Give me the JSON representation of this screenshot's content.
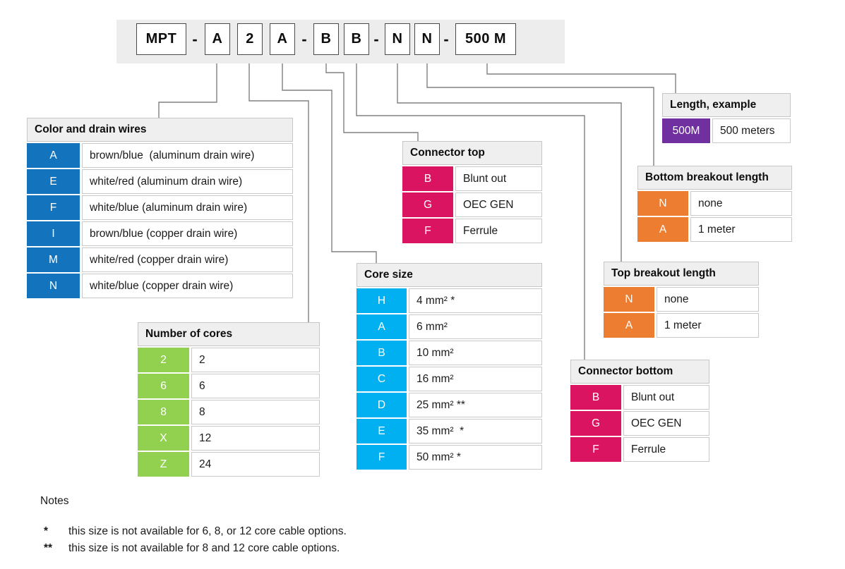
{
  "part_code": {
    "segments": [
      {
        "type": "box",
        "text": "MPT"
      },
      {
        "type": "dash",
        "text": "-"
      },
      {
        "type": "box",
        "text": "A"
      },
      {
        "type": "box",
        "text": "2"
      },
      {
        "type": "box",
        "text": "A"
      },
      {
        "type": "dash",
        "text": "-"
      },
      {
        "type": "box",
        "text": "B"
      },
      {
        "type": "box",
        "text": "B"
      },
      {
        "type": "dash",
        "text": "-"
      },
      {
        "type": "box",
        "text": "N"
      },
      {
        "type": "box",
        "text": "N"
      },
      {
        "type": "dash",
        "text": "-"
      },
      {
        "type": "box",
        "text": "500 M"
      }
    ]
  },
  "tables": [
    {
      "id": "color-drain-wires",
      "title": "Color and drain wires",
      "code_color": "#1374BD",
      "rows": [
        {
          "code": "A",
          "desc": "brown/blue  (aluminum drain wire)"
        },
        {
          "code": "E",
          "desc": "white/red (aluminum drain wire)"
        },
        {
          "code": "F",
          "desc": "white/blue (aluminum drain wire)"
        },
        {
          "code": "I",
          "desc": "brown/blue (copper drain wire)"
        },
        {
          "code": "M",
          "desc": "white/red (copper drain wire)"
        },
        {
          "code": "N",
          "desc": "white/blue (copper drain wire)"
        }
      ]
    },
    {
      "id": "number-of-cores",
      "title": "Number of cores",
      "code_color": "#92D050",
      "rows": [
        {
          "code": "2",
          "desc": "2"
        },
        {
          "code": "6",
          "desc": "6"
        },
        {
          "code": "8",
          "desc": "8"
        },
        {
          "code": "X",
          "desc": "12"
        },
        {
          "code": "Z",
          "desc": "24"
        }
      ]
    },
    {
      "id": "core-size",
      "title": "Core size",
      "code_color": "#00B0F0",
      "rows": [
        {
          "code": "H",
          "desc": "4 mm² *"
        },
        {
          "code": "A",
          "desc": "6 mm²"
        },
        {
          "code": "B",
          "desc": "10 mm²"
        },
        {
          "code": "C",
          "desc": "16 mm²"
        },
        {
          "code": "D",
          "desc": "25 mm² **"
        },
        {
          "code": "E",
          "desc": "35 mm²  *"
        },
        {
          "code": "F",
          "desc": "50 mm² *"
        }
      ]
    },
    {
      "id": "connector-top",
      "title": "Connector top",
      "code_color": "#DB1462",
      "rows": [
        {
          "code": "B",
          "desc": "Blunt out"
        },
        {
          "code": "G",
          "desc": "OEC GEN"
        },
        {
          "code": "F",
          "desc": "Ferrule"
        }
      ]
    },
    {
      "id": "connector-bottom",
      "title": "Connector bottom",
      "code_color": "#DB1462",
      "rows": [
        {
          "code": "B",
          "desc": "Blunt out"
        },
        {
          "code": "G",
          "desc": "OEC GEN"
        },
        {
          "code": "F",
          "desc": "Ferrule"
        }
      ]
    },
    {
      "id": "bottom-breakout-length",
      "title": "Bottom breakout length",
      "code_color": "#ED7D31",
      "rows": [
        {
          "code": "N",
          "desc": "none"
        },
        {
          "code": "A",
          "desc": "1 meter"
        }
      ]
    },
    {
      "id": "top-breakout-length",
      "title": "Top breakout length",
      "code_color": "#ED7D31",
      "rows": [
        {
          "code": "N",
          "desc": "none"
        },
        {
          "code": "A",
          "desc": "1 meter"
        }
      ]
    },
    {
      "id": "length-example",
      "title": "Length, example",
      "code_color": "#7030A0",
      "rows": [
        {
          "code": "500M",
          "desc": "500 meters"
        }
      ]
    }
  ],
  "notes": {
    "title": "Notes",
    "items": [
      {
        "marker": "*",
        "text": "this size is not available for 6, 8, or 12 core cable options."
      },
      {
        "marker": "**",
        "text": "this size is not available for 8 and 12 core cable options."
      }
    ]
  },
  "colors": {
    "bar_background": "#ededed",
    "header_background": "#efefef",
    "connector_line": "#808080",
    "blue": "#1374BD",
    "green": "#92D050",
    "cyan": "#00B0F0",
    "magenta": "#DB1462",
    "orange": "#ED7D31",
    "purple": "#7030A0"
  }
}
